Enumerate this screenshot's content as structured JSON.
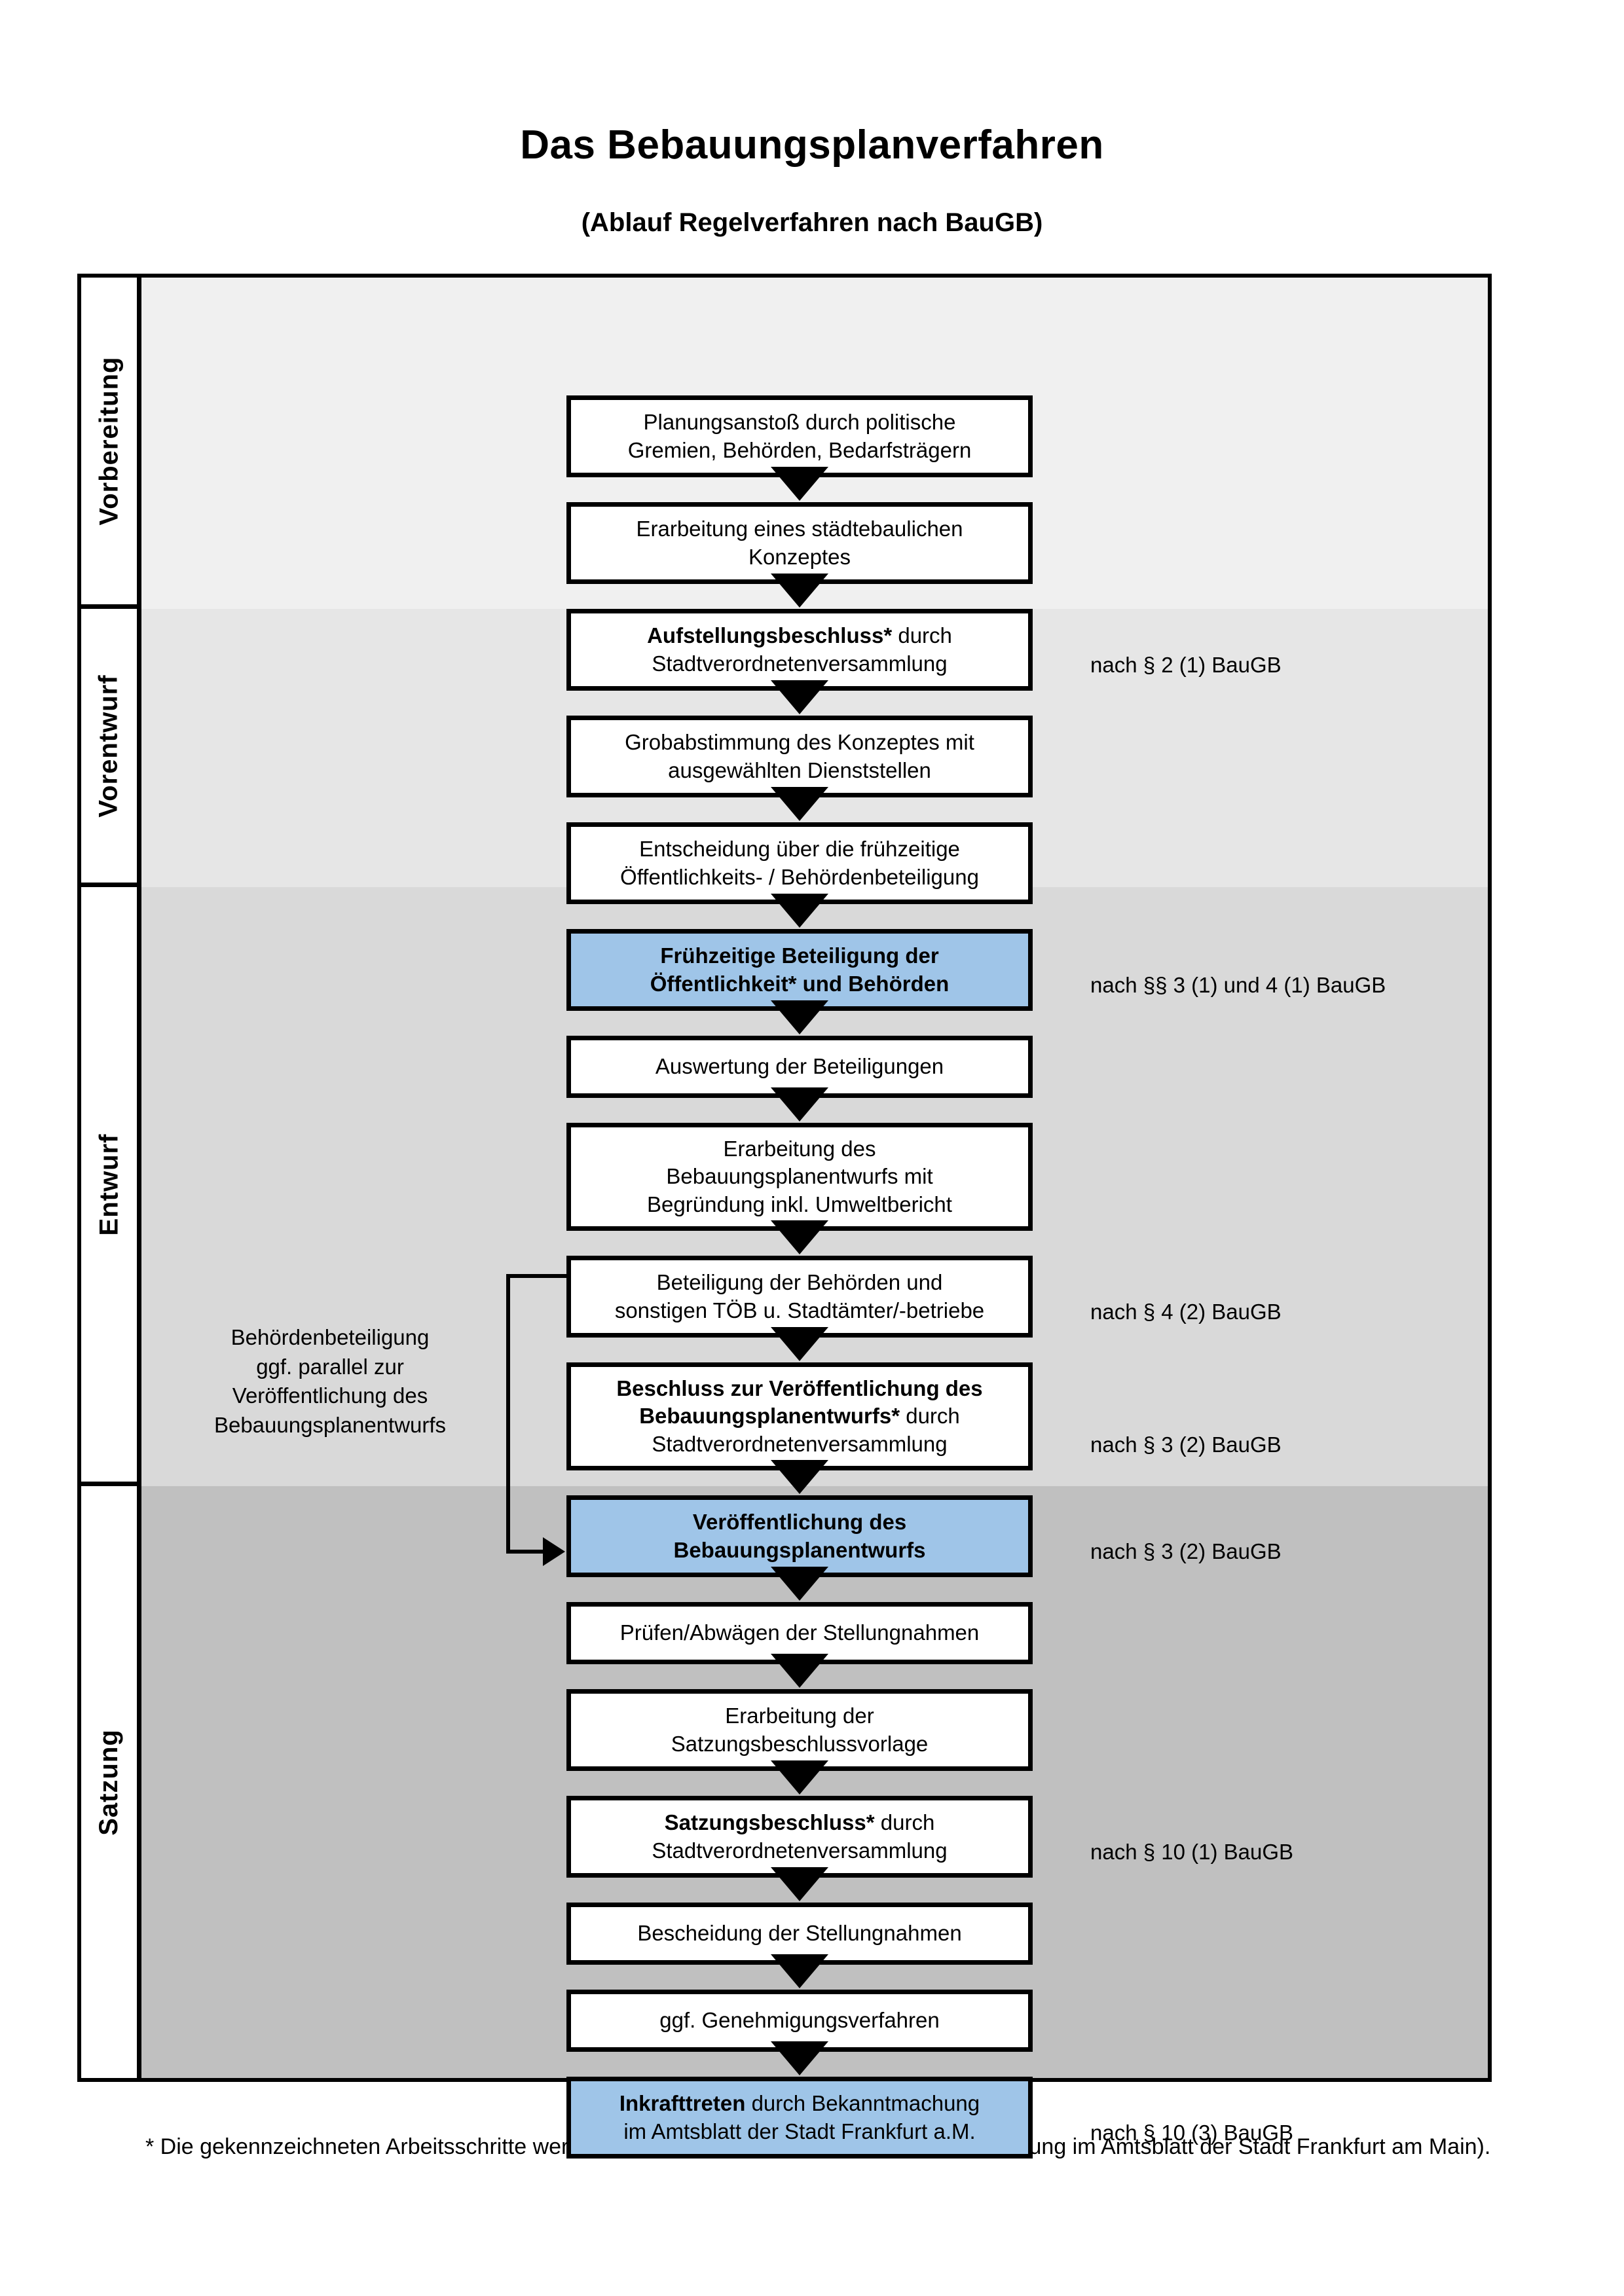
{
  "header": {
    "title": "Das Bebauungsplanverfahren",
    "subtitle": "(Ablauf Regelverfahren nach BauGB)"
  },
  "phases": [
    {
      "label": "Vorbereitung",
      "band_color": "#f0f0f0"
    },
    {
      "label": "Vorentwurf",
      "band_color": "#e6e6e6"
    },
    {
      "label": "Entwurf",
      "band_color": "#d9d9d9"
    },
    {
      "label": "Satzung",
      "band_color": "#c0c0c0"
    }
  ],
  "steps": [
    {
      "id": "planungsanstoss",
      "phase": "Vorbereitung",
      "lines": [
        "Planungsanstoß durch politische",
        "Gremien, Behörden, Bedarfsträgern"
      ],
      "bold": [],
      "highlight": false
    },
    {
      "id": "konzept",
      "phase": "Vorbereitung",
      "lines": [
        "Erarbeitung eines städtebaulichen",
        "Konzeptes"
      ],
      "bold": [],
      "highlight": false
    },
    {
      "id": "aufstellungsbeschluss",
      "phase": "Vorbereitung",
      "lines": [
        "Aufstellungsbeschluss* durch",
        "Stadtverordnetenversammlung"
      ],
      "bold": [
        "Aufstellungsbeschluss*"
      ],
      "highlight": false
    },
    {
      "id": "grobabstimmung",
      "phase": "Vorentwurf",
      "lines": [
        "Grobabstimmung des Konzeptes mit",
        "ausgewählten Dienststellen"
      ],
      "bold": [],
      "highlight": false
    },
    {
      "id": "entscheidung",
      "phase": "Vorentwurf",
      "lines": [
        "Entscheidung über die frühzeitige",
        "Öffentlichkeits- / Behördenbeteiligung"
      ],
      "bold": [],
      "highlight": false
    },
    {
      "id": "fruehzeitige-beteiligung",
      "phase": "Vorentwurf",
      "lines": [
        "Frühzeitige Beteiligung der",
        "Öffentlichkeit* und Behörden"
      ],
      "bold": [
        "Frühzeitige Beteiligung der",
        "Öffentlichkeit* und Behörden"
      ],
      "highlight": true
    },
    {
      "id": "auswertung",
      "phase": "Entwurf",
      "lines": [
        "Auswertung der Beteiligungen"
      ],
      "bold": [],
      "highlight": false
    },
    {
      "id": "erarbeitung-entwurf",
      "phase": "Entwurf",
      "lines": [
        "Erarbeitung des",
        "Bebauungsplanentwurfs mit",
        "Begründung inkl. Umweltbericht"
      ],
      "bold": [],
      "highlight": false
    },
    {
      "id": "behoerdenbeteiligung",
      "phase": "Entwurf",
      "lines": [
        "Beteiligung der Behörden und",
        "sonstigen TÖB u. Stadtämter/-betriebe"
      ],
      "bold": [],
      "highlight": false
    },
    {
      "id": "beschluss-veroeffentlichung",
      "phase": "Entwurf",
      "lines": [
        "Beschluss zur Veröffentlichung des",
        "Bebauungsplanentwurfs* durch",
        "Stadtverordnetenversammlung"
      ],
      "bold": [
        "Beschluss zur Veröffentlichung des",
        "Bebauungsplanentwurfs*"
      ],
      "highlight": false
    },
    {
      "id": "veroeffentlichung",
      "phase": "Entwurf",
      "lines": [
        "Veröffentlichung des",
        "Bebauungsplanentwurfs"
      ],
      "bold": [
        "Veröffentlichung des",
        "Bebauungsplanentwurfs"
      ],
      "highlight": true
    },
    {
      "id": "pruefen-abwaegen",
      "phase": "Satzung",
      "lines": [
        "Prüfen/Abwägen der Stellungnahmen"
      ],
      "bold": [],
      "highlight": false
    },
    {
      "id": "satzungsvorlage",
      "phase": "Satzung",
      "lines": [
        "Erarbeitung der",
        "Satzungsbeschlussvorlage"
      ],
      "bold": [],
      "highlight": false
    },
    {
      "id": "satzungsbeschluss",
      "phase": "Satzung",
      "lines": [
        "Satzungsbeschluss* durch",
        "Stadtverordnetenversammlung"
      ],
      "bold": [
        "Satzungsbeschluss*"
      ],
      "highlight": false
    },
    {
      "id": "bescheidung",
      "phase": "Satzung",
      "lines": [
        "Bescheidung der Stellungnahmen"
      ],
      "bold": [],
      "highlight": false
    },
    {
      "id": "genehmigungsverfahren",
      "phase": "Satzung",
      "lines": [
        "ggf. Genehmigungsverfahren"
      ],
      "bold": [],
      "highlight": false
    },
    {
      "id": "inkrafttreten",
      "phase": "Satzung",
      "lines": [
        "Inkrafttreten durch Bekanntmachung",
        "im Amtsblatt der Stadt Frankfurt a.M."
      ],
      "bold": [
        "Inkrafttreten"
      ],
      "highlight": true
    }
  ],
  "law_notes": [
    {
      "id": "law-aufstellungsbeschluss",
      "text": "nach § 2 (1) BauGB",
      "for": "aufstellungsbeschluss"
    },
    {
      "id": "law-fruehzeitige",
      "text": "nach §§ 3 (1) und 4 (1) BauGB",
      "for": "fruehzeitige-beteiligung"
    },
    {
      "id": "law-behoerdenbeteiligung",
      "text": "nach § 4 (2) BauGB",
      "for": "behoerdenbeteiligung"
    },
    {
      "id": "law-beschluss",
      "text": "nach § 3 (2) BauGB",
      "for": "beschluss-veroeffentlichung"
    },
    {
      "id": "law-veroeffentlichung",
      "text": "nach § 3 (2) BauGB",
      "for": "veroeffentlichung"
    },
    {
      "id": "law-satzungsbeschluss",
      "text": "nach § 10 (1) BauGB",
      "for": "satzungsbeschluss"
    },
    {
      "id": "law-inkrafttreten",
      "text": "nach § 10 (3) BauGB",
      "for": "inkrafttreten"
    }
  ],
  "side_note": {
    "lines": [
      "Behördenbeteiligung",
      "ggf. parallel zur",
      "Veröffentlichung des",
      "Bebauungsplanentwurfs"
    ]
  },
  "footnote": {
    "text": "* Die gekennzeichneten Arbeitsschritte werden ortsüblich bekanntgegeben (Bekanntmachung im Amtsblatt  der Stadt Frankfurt am Main)."
  },
  "colors": {
    "highlight_blue": "#9FC5E8",
    "box_border": "#000000",
    "box_fill": "#ffffff"
  }
}
